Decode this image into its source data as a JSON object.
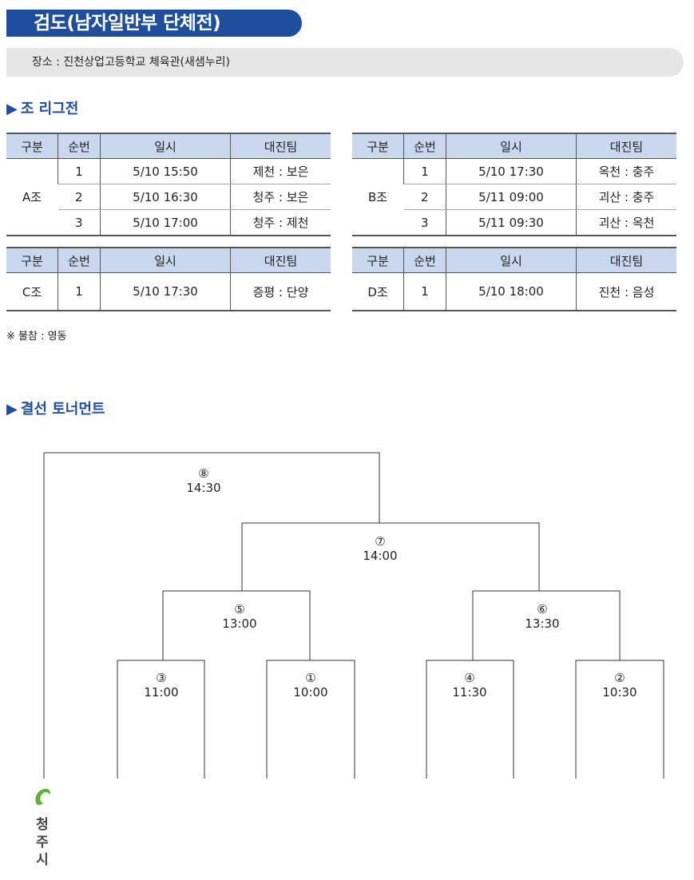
{
  "title": "검도(남자일반부 단체전)",
  "venue": "장소 : 진천상업고등학교 체육관(새샘누리)",
  "league_section": "조 리그전",
  "headers": [
    "구분",
    "순번",
    "일시",
    "대진팀"
  ],
  "groups": [
    {
      "name": "A조",
      "rows": [
        {
          "no": "1",
          "time": "5/10 15:50",
          "match": "제천 : 보은"
        },
        {
          "no": "2",
          "time": "5/10 16:30",
          "match": "청주 : 보은"
        },
        {
          "no": "3",
          "time": "5/10 17:00",
          "match": "청주 : 제천"
        }
      ]
    },
    {
      "name": "B조",
      "rows": [
        {
          "no": "1",
          "time": "5/10 17:30",
          "match": "옥천 : 충주"
        },
        {
          "no": "2",
          "time": "5/11 09:00",
          "match": "괴산 : 충주"
        },
        {
          "no": "3",
          "time": "5/11 09:30",
          "match": "괴산 : 옥천"
        }
      ]
    },
    {
      "name": "C조",
      "rows": [
        {
          "no": "1",
          "time": "5/10 17:30",
          "match": "증평 : 단양"
        }
      ]
    },
    {
      "name": "D조",
      "rows": [
        {
          "no": "1",
          "time": "5/10 18:00",
          "match": "진천 : 음성"
        }
      ]
    }
  ],
  "note": "※ 불참 : 영동",
  "tournament_section": "결선 토너먼트",
  "matches": [
    {
      "num": "⑧",
      "time": "14:30"
    },
    {
      "num": "⑦",
      "time": "14:00"
    },
    {
      "num": "⑤",
      "time": "13:00"
    },
    {
      "num": "⑥",
      "time": "13:30"
    },
    {
      "num": "③",
      "time": "11:00"
    },
    {
      "num": "①",
      "time": "10:00"
    },
    {
      "num": "④",
      "time": "11:30"
    },
    {
      "num": "②",
      "time": "10:30"
    }
  ],
  "city": [
    "청",
    "주",
    "시"
  ],
  "colors": {
    "primary": "#1e4e9c",
    "header_bg": "#c9d8ef",
    "logo": "#5fb130"
  }
}
